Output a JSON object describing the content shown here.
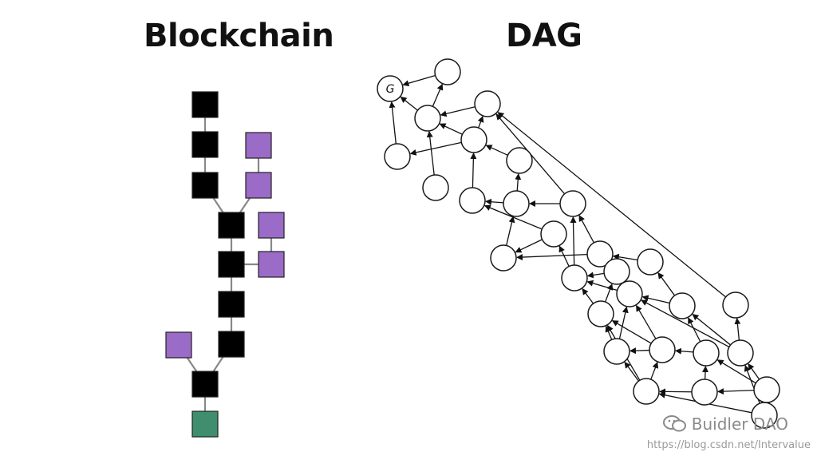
{
  "titles": {
    "left": "Blockchain",
    "right": "DAG"
  },
  "colors": {
    "block_main": "#000000",
    "block_orphan": "#9b6bc8",
    "block_latest": "#3f8f6e",
    "dag_node_stroke": "#1a1a1a",
    "dag_node_fill": "#ffffff"
  },
  "dag": {
    "genesis_label": "G"
  },
  "watermark": {
    "brand": "Buidler DAO",
    "url": "https://blog.csdn.net/Intervalue",
    "icon": "wechat-icon"
  }
}
